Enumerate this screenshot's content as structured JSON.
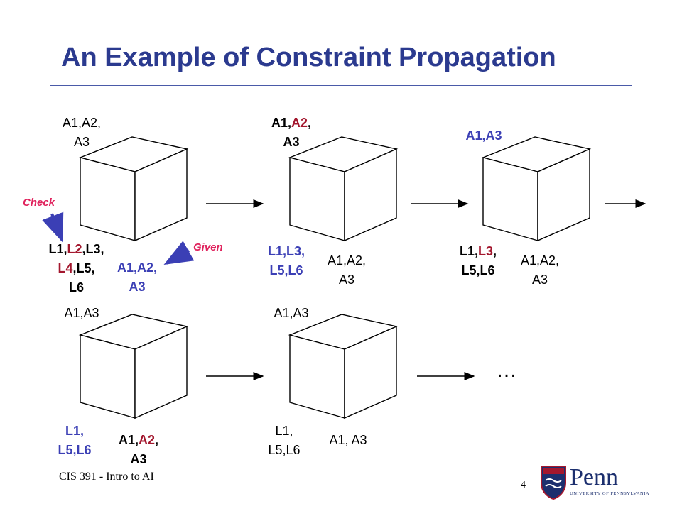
{
  "title": "An Example of Constraint Propagation",
  "footer": "CIS 391 - Intro to AI",
  "page_number": "4",
  "annotations": {
    "check": "Check",
    "given": "Given"
  },
  "ellipsis": "…",
  "logo": {
    "name": "Penn",
    "subtitle": "University of Pennsylvania"
  },
  "colors": {
    "title": "#2b3a8f",
    "highlight_red": "#a3172e",
    "highlight_blue": "#3b3fb5",
    "annotation_pink": "#e0245e",
    "arrow": "#3b3fb5"
  },
  "cubes": [
    {
      "top": [
        "A1,A2,",
        "A3"
      ],
      "left": [
        "L1,",
        "L2",
        ",L3,",
        "L4",
        ",L5,",
        "L6"
      ],
      "right": [
        "A1,A2,",
        "A3"
      ]
    },
    {
      "top": [
        "A1,",
        "A2",
        ",",
        "A3"
      ],
      "left": [
        "L1,L3,",
        "L5,L6"
      ],
      "right": [
        "A1,A2,",
        "A3"
      ]
    },
    {
      "top": [
        "A1,A3"
      ],
      "left": [
        "L1,",
        "L3",
        ",",
        "L5,L6"
      ],
      "right": [
        "A1,A2,",
        "A3"
      ]
    },
    {
      "top": [
        "A1,A3"
      ],
      "left": [
        "L1,",
        "L5,L6"
      ],
      "right": [
        "A1,",
        "A2",
        ",",
        "A3"
      ]
    },
    {
      "top": [
        "A1,A3"
      ],
      "left": [
        "L1,",
        "L5,L6"
      ],
      "right": [
        "A1, A3"
      ]
    }
  ]
}
